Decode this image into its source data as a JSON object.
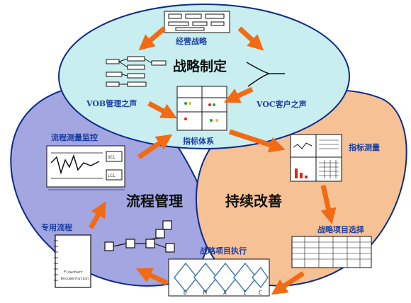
{
  "colors": {
    "top_ellipse": "#c9eef0",
    "left_ellipse": "#a3a6e0",
    "right_ellipse": "#f6c194",
    "outline": "#0b2b8a",
    "arrow": "#f26a14",
    "label_blue": "#1b3fa0"
  },
  "regions": {
    "top": "战略制定",
    "left": "流程管理",
    "right": "持续改善"
  },
  "nodes": {
    "business_strategy": "经营战略",
    "vob": "VOB管理之声",
    "voc": "VOC客户之声",
    "kpi_system": "指标体系",
    "process_monitoring": "流程测量监控",
    "kpi_measurement": "指标测量",
    "dedicated_process": "专用流程",
    "project_selection": "战略项目选择",
    "project_execution": "战略项目执行"
  },
  "mini": {
    "control_chart_ucl": "UCL",
    "control_chart_lcl": "LCL",
    "notebook_text_1": "Flowchart",
    "notebook_text_2": "Documentation",
    "dmaic": [
      "D",
      "M",
      "A",
      "I",
      "C"
    ]
  }
}
